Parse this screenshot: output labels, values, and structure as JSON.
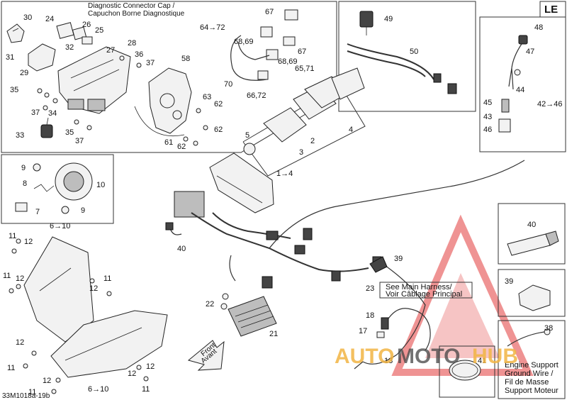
{
  "variant_badge": "LE",
  "diagram_code": "33M1018a-19b",
  "notes": {
    "diag_cap_en": "Diagnostic Connector Cap /",
    "diag_cap_fr": "Capuchon Borne Diagnostique",
    "main_harness_en": "See Main Harness/",
    "main_harness_fr": "Voir Câblage Principal",
    "front_en": "Front",
    "front_fr": "Avant",
    "ground_1": "Engine Support",
    "ground_2": "Ground Wire /",
    "ground_3": "Fil de Masse",
    "ground_4": "Support Moteur"
  },
  "watermark": {
    "part1": "AUTO",
    "part2": "MOTO",
    "part3": "HUB"
  },
  "callouts": {
    "c30": "30",
    "c24": "24",
    "c26": "26",
    "c25": "25",
    "c31": "31",
    "c32": "32",
    "c29": "29",
    "c27": "27",
    "c28": "28",
    "c36": "36",
    "c37a": "37",
    "c35": "35",
    "c37b": "37",
    "c34": "34",
    "c33": "33",
    "c35b": "35",
    "c37c": "37",
    "c58": "58",
    "c63": "63",
    "c62a": "62",
    "c61": "61",
    "c62b": "62",
    "c62c": "62",
    "c64_72": "64→72",
    "c67a": "67",
    "c6869a": "68,69",
    "c70": "70",
    "c67b": "67",
    "c6869b": "68,69",
    "c6571": "65,71",
    "c6672": "66,72",
    "c49": "49",
    "c50": "50",
    "c48": "48",
    "c47": "47",
    "c44": "44",
    "c45": "45",
    "c4246": "42→46",
    "c43": "43",
    "c46": "46",
    "c5": "5",
    "c2": "2",
    "c3": "3",
    "c4": "4",
    "c14": "1→4",
    "c9a": "9",
    "c10": "10",
    "c8": "8",
    "c7": "7",
    "c9b": "9",
    "c610a": "6→10",
    "c11a": "11",
    "c12a": "12",
    "c12b": "12",
    "c11b": "11",
    "c12c": "12",
    "c11c": "11",
    "c12d": "12",
    "c11d": "11",
    "c12e": "12",
    "c11e": "11",
    "c11f": "11",
    "c12f": "12",
    "c610b": "6→10",
    "c12g": "12",
    "c40a": "40",
    "c39a": "39",
    "c23": "23",
    "c22": "22",
    "c21": "21",
    "c18": "18",
    "c17": "17",
    "c13": "13",
    "c40b": "40",
    "c39b": "39",
    "c38": "38",
    "c41": "41"
  }
}
